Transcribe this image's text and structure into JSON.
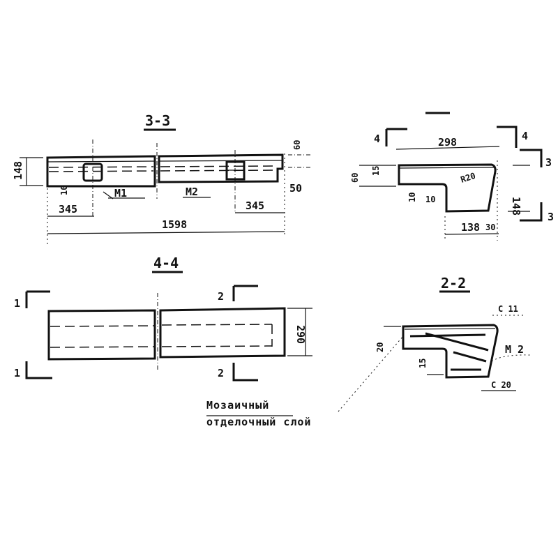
{
  "section_3_3": {
    "title": "3-3",
    "dims": {
      "height": "148",
      "top": "60",
      "small": "10",
      "end_offset": "50",
      "left_span": "345",
      "right_span": "345",
      "length": "1598"
    },
    "marks": {
      "m1": "М1",
      "m2": "М2"
    }
  },
  "section_1_1": {
    "title": "1-1",
    "cut_labels": {
      "left_top": "4",
      "right_top": "4",
      "right_upper": "3",
      "right_lower": "3"
    },
    "dims": {
      "width": "298",
      "top": "60",
      "top_small": "15",
      "radius": "R20",
      "step_h": "10",
      "step_v": "10",
      "height": "148",
      "bottom": "138",
      "bottom_right": "30"
    }
  },
  "section_4_4": {
    "title": "4-4",
    "cut_labels": {
      "left_top": "1",
      "left_bottom": "1",
      "mid_top": "2",
      "mid_bottom": "2"
    },
    "dims": {
      "width": "290"
    }
  },
  "section_2_2": {
    "title": "2-2",
    "labels": {
      "top": "С 11",
      "mid": "М 2",
      "bottom": "С 20"
    },
    "dims": {
      "top": "20",
      "bottom": "15"
    }
  },
  "note": {
    "line1": "Мозаичный",
    "line2": "отделочный слой"
  }
}
